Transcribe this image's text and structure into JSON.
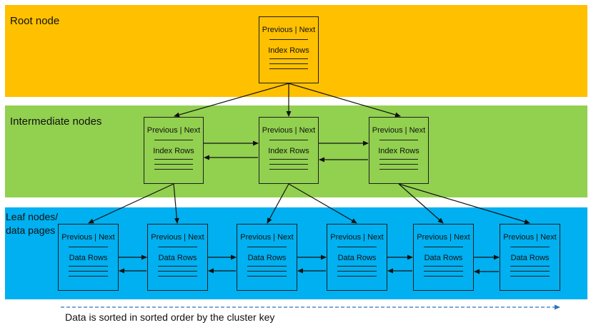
{
  "levels": {
    "root": {
      "label": "Root node"
    },
    "intermediate": {
      "label": "Intermediate nodes"
    },
    "leaf": {
      "label": "Leaf nodes/\ndata pages"
    }
  },
  "page_header": "Previous | Next",
  "index_rows_label": "Index Rows",
  "data_rows_label": "Data Rows",
  "footer_text": "Data is sorted  in sorted order by the cluster key",
  "colors": {
    "root_band": "#FFC000",
    "intermediate_band": "#92D050",
    "leaf_band": "#00B0F0",
    "footer_arrow": "#2E75B6"
  }
}
